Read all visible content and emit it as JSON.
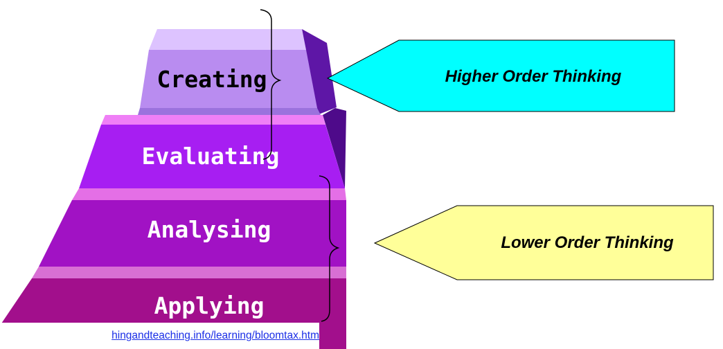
{
  "pyramid": {
    "levels": [
      {
        "label": "Creating",
        "color": "#b98cf0",
        "text_color": "#000000"
      },
      {
        "label": "Evaluating",
        "color": "#a71ef2",
        "text_color": "#ffffff"
      },
      {
        "label": "Analysing",
        "color": "#a112c4",
        "text_color": "#ffffff"
      },
      {
        "label": "Applying",
        "color": "#a20f8c",
        "text_color": "#ffffff"
      }
    ]
  },
  "callouts": {
    "higher": {
      "text": "Higher Order Thinking",
      "color": "#00ffff"
    },
    "lower": {
      "text": "Lower Order Thinking",
      "color": "#ffff99"
    }
  },
  "source": {
    "text": "hingandteaching.info/learning/bloomtax.htm"
  }
}
